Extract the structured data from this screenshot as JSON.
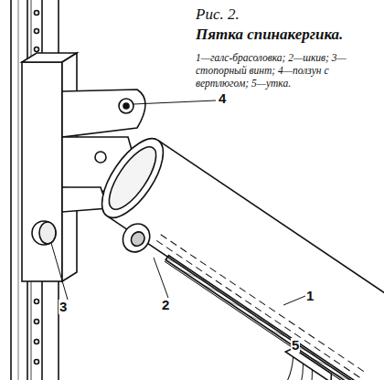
{
  "diagram": {
    "title": "Рис. 2.",
    "caption": "Пятка спинакергика.",
    "labels": [
      "1—галс-брасоловка;",
      "2—шкив;",
      "3—стопорный винт;",
      "4—ползун с вертлюгом;",
      "5—утка.",
      "4",
      "3",
      "2",
      "1",
      "5"
    ]
  }
}
